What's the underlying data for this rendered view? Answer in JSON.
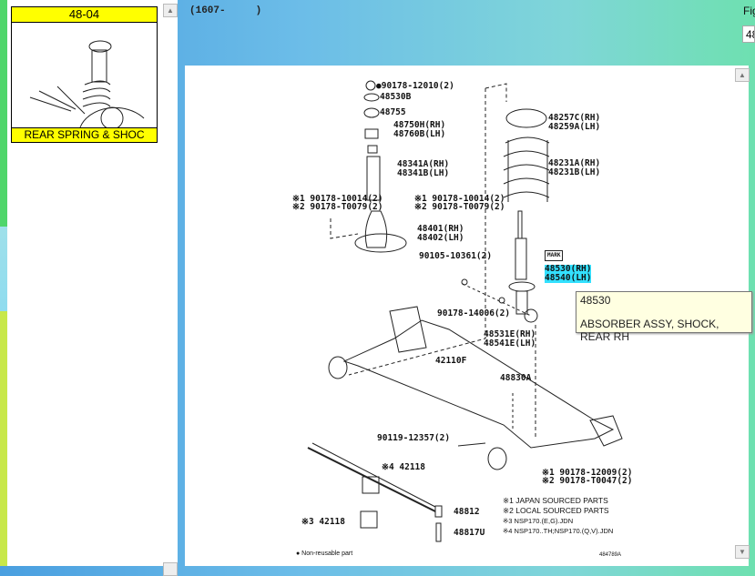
{
  "left_panel": {
    "thumbnail": {
      "code": "48-04",
      "caption": "REAR SPRING & SHOC"
    },
    "scroll_up_icon": "triangle-up"
  },
  "header": {
    "model_range": "(1607-     )",
    "fig_label": "Fig",
    "fig_value": "48"
  },
  "diagram": {
    "labels": [
      "●90178-12010(2)",
      "48530B",
      "48755",
      "48750H(RH)",
      "48760B(LH)",
      "48341A(RH)",
      "48341B(LH)",
      "※1 90178-10014(2)",
      "※2 90178-T0079(2)",
      "※1 90178-10014(2)",
      "※2 90178-T0079(2)",
      "48401(RH)",
      "48402(LH)",
      "90105-10361(2)",
      "48257C(RH)",
      "48259A(LH)",
      "48231A(RH)",
      "48231B(LH)",
      "MARK",
      "48530(RH)",
      "48540(LH)",
      "90178-14006(2)",
      "48531E(RH)",
      "48541E(LH)",
      "42110F",
      "48830A",
      "90119-12357(2)",
      "※4 42118",
      "※1 90178-12009(2)",
      "※2 90178-T0047(2)",
      "48812",
      "※3 42118",
      "48817U"
    ],
    "notes": [
      "※1 JAPAN SOURCED PARTS",
      "※2 LOCAL SOURCED PARTS",
      "※3 NSP170.(E,G).JDN",
      "※4 NSP170..TH;NSP170.(Q,V).JDN"
    ],
    "footnote": "● Non-reusable part",
    "ref_code": "484789A"
  },
  "tooltip": {
    "part_no": "48530",
    "description": "ABSORBER ASSY, SHOCK, REAR RH"
  },
  "colors": {
    "highlight": "#33e0ff",
    "thumb_bar": "#ffff00",
    "tooltip_bg": "#ffffe1"
  }
}
